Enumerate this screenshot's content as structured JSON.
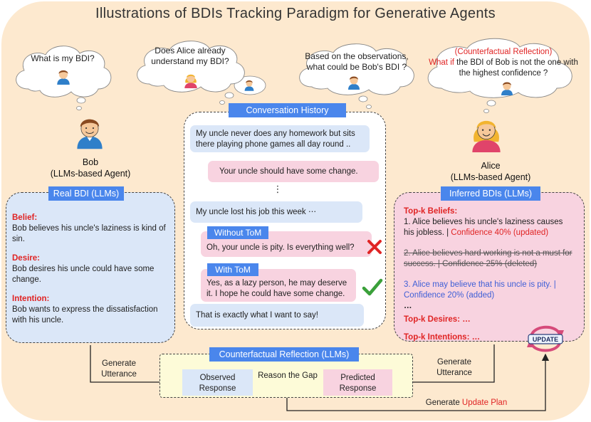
{
  "title": "Illustrations of BDIs Tracking Paradigm for Generative Agents",
  "thoughts": {
    "bob_self": "What is my BDI?",
    "bob_alice": "Does Alice already understand my BDI?",
    "alice_obs": "Based on the observations, what could be Bob's BDI ?",
    "alice_cf_tag": "(Counterfactual Reflection)",
    "alice_cf_what_if": "What if",
    "alice_cf_rest": " the BDI of Bob is not the one with the highest confidence ?"
  },
  "agents": {
    "bob": {
      "name": "Bob",
      "role": "(LLMs-based Agent)"
    },
    "alice": {
      "name": "Alice",
      "role": "(LLMs-based Agent)"
    }
  },
  "real_bdi": {
    "header": "Real BDI (LLMs)",
    "belief_label": "Belief:",
    "belief": "Bob believes his uncle's laziness is kind of sin.",
    "desire_label": "Desire:",
    "desire": "Bob desires his uncle could have some change.",
    "intention_label": "Intention:",
    "intention": "Bob wants to express the dissatisfaction with his uncle."
  },
  "conversation": {
    "header": "Conversation History",
    "msg1": "My uncle never does any homework but sits there playing phone games all day round ..",
    "msg2": "Your uncle should have some change.",
    "ellipsis": "⋮",
    "msg3": "My uncle lost his job this week ⋯",
    "without_tom_label": "Without ToM",
    "without_tom": "Oh, your uncle is pity. Is everything well?",
    "with_tom_label": "With ToM",
    "with_tom": "Yes, as a lazy person, he may deserve it. I hope he could have some change.",
    "msg4": "That is exactly what I want to say!"
  },
  "inferred": {
    "header": "Inferred BDIs (LLMs)",
    "beliefs_label": "Top-k Beliefs:",
    "b1": "1. Alice believes his uncle's laziness causes his jobless. | ",
    "b1_conf": "Confidence 40% (updated)",
    "b2": "2. Alice believes hard working is not a must for success. | Confidence 25% (deleted)",
    "b3": "3. Alice may believe that his uncle is pity. | Confidence 20% (added)",
    "b_more": "…",
    "desires_label": "Top-k Desires: …",
    "intentions_label": "Top-k Intentions: …"
  },
  "update_badge": "UPDATE",
  "reflection": {
    "header": "Counterfactual Reflection (LLMs)",
    "observed": "Observed Response",
    "predicted": "Predicted Response",
    "gap": "Reason the Gap"
  },
  "flows": {
    "left": "Generate Utterance",
    "right": "Generate Utterance",
    "bottom_prefix": "Generate ",
    "bottom_highlight": "Update Plan"
  },
  "colors": {
    "background": "#fde9cf",
    "header_blue": "#4a86ec",
    "panel_blue": "#dbe7f8",
    "panel_pink": "#f8d3e0",
    "reflection_bg": "#fdfbd8",
    "highlight_red": "#e02424",
    "highlight_blue": "#3f5fd6",
    "check_green": "#3aa03a"
  },
  "icons": {
    "bob": "boy-avatar-icon",
    "alice": "girl-avatar-icon",
    "wrong": "red-cross-icon",
    "right": "green-check-icon",
    "update": "update-cycle-icon"
  }
}
